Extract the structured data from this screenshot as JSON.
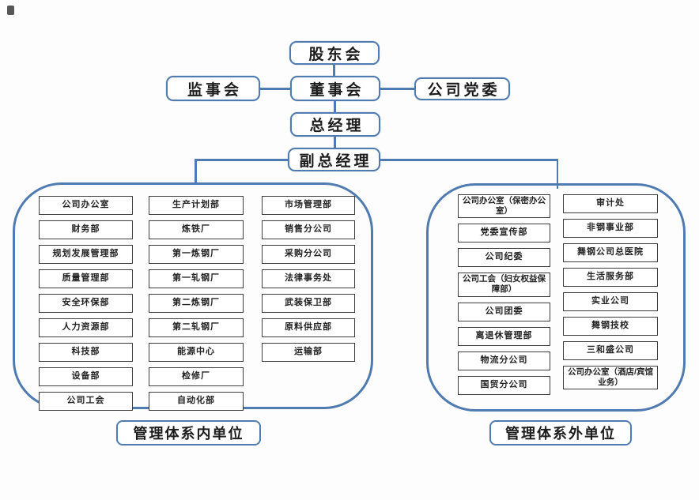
{
  "chart": {
    "nodes": {
      "shareholders": "股东会",
      "supervisory_board": "监事会",
      "board_of_directors": "董事会",
      "party_committee": "公司党委",
      "general_manager": "总经理",
      "deputy_general_manager": "副总经理"
    },
    "internal_group": {
      "label": "管理体系内单位",
      "col1": [
        "公司办公室",
        "财务部",
        "规划发展管理部",
        "质量管理部",
        "安全环保部",
        "人力资源部",
        "科技部",
        "设备部",
        "公司工会"
      ],
      "col2": [
        "生产计划部",
        "炼铁厂",
        "第一炼钢厂",
        "第一轧钢厂",
        "第二炼钢厂",
        "第二轧钢厂",
        "能源中心",
        "检修厂",
        "自动化部"
      ],
      "col3": [
        "市场管理部",
        "销售分公司",
        "采购分公司",
        "法律事务处",
        "武装保卫部",
        "原料供应部",
        "运输部"
      ]
    },
    "external_group": {
      "label": "管理体系外单位",
      "col1": [
        "公司办公室（保密办公室）",
        "党委宣传部",
        "公司纪委",
        "公司工会（妇女权益保障部）",
        "公司团委",
        "离退休管理部",
        "物流分公司",
        "国贸分公司"
      ],
      "col2": [
        "审计处",
        "非钢事业部",
        "舞钢公司总医院",
        "生活服务部",
        "实业公司",
        "舞钢技校",
        "三和盛公司",
        "公司办公室（酒店/宾馆业务）"
      ]
    },
    "colors": {
      "accent": "#4f7bb0",
      "unit_box_border": "#3d3d3d",
      "text": "#1c1c1c"
    }
  }
}
